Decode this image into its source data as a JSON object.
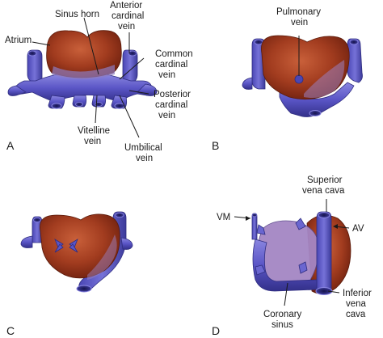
{
  "colors": {
    "heart_dark": "#7a2410",
    "heart_mid": "#a23c1f",
    "heart_light": "#c9603a",
    "vein_dark": "#3c3a9a",
    "vein_mid": "#5a55c6",
    "vein_light": "#8a86e0",
    "overlay": "#9a86c6",
    "label_text": "#1a1a1a",
    "background": "#ffffff"
  },
  "panels": {
    "a": {
      "letter": "A",
      "labels": {
        "atrium": "Atrium",
        "sinus_horn": "Sinus horn",
        "anterior_cardinal_1": "Anterior",
        "anterior_cardinal_2": "cardinal",
        "anterior_cardinal_3": "vein",
        "common_cardinal_1": "Common",
        "common_cardinal_2": "cardinal",
        "common_cardinal_3": "vein",
        "posterior_cardinal_1": "Posterior",
        "posterior_cardinal_2": "cardinal",
        "posterior_cardinal_3": "vein",
        "vitelline_1": "Vitelline",
        "vitelline_2": "vein",
        "umbilical_1": "Umbilical",
        "umbilical_2": "vein"
      }
    },
    "b": {
      "letter": "B",
      "labels": {
        "pulmonary_1": "Pulmonary",
        "pulmonary_2": "vein"
      }
    },
    "c": {
      "letter": "C",
      "labels": {}
    },
    "d": {
      "letter": "D",
      "labels": {
        "vm": "VM",
        "av": "AV",
        "superior_1": "Superior",
        "superior_2": "vena cava",
        "inferior_1": "Inferior",
        "inferior_2": "vena",
        "inferior_3": "cava",
        "coronary_1": "Coronary",
        "coronary_2": "sinus"
      }
    }
  }
}
